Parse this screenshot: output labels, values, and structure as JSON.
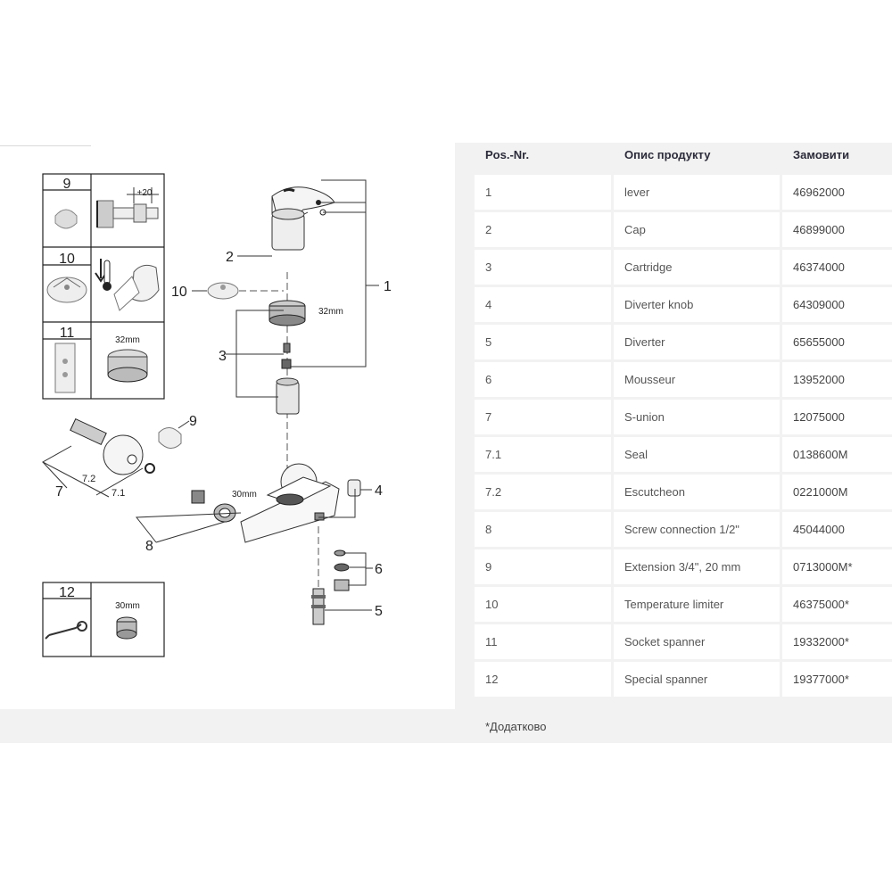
{
  "table": {
    "headers": [
      "Pos.-Nr.",
      "Опис продукту",
      "Замовити"
    ],
    "rows": [
      {
        "pos": "1",
        "desc": "lever",
        "order": "46962000"
      },
      {
        "pos": "2",
        "desc": "Cap",
        "order": "46899000"
      },
      {
        "pos": "3",
        "desc": "Cartridge",
        "order": "46374000"
      },
      {
        "pos": "4",
        "desc": "Diverter knob",
        "order": "64309000"
      },
      {
        "pos": "5",
        "desc": "Diverter",
        "order": "65655000"
      },
      {
        "pos": "6",
        "desc": "Mousseur",
        "order": "13952000"
      },
      {
        "pos": "7",
        "desc": "S-union",
        "order": "12075000"
      },
      {
        "pos": "7.1",
        "desc": "Seal",
        "order": "0138600M"
      },
      {
        "pos": "7.2",
        "desc": "Escutcheon",
        "order": "0221000M"
      },
      {
        "pos": "8",
        "desc": "Screw connection 1/2\"",
        "order": "45044000"
      },
      {
        "pos": "9",
        "desc": "Extension 3/4\", 20 mm",
        "order": "0713000M*"
      },
      {
        "pos": "10",
        "desc": "Temperature limiter",
        "order": "46375000*"
      },
      {
        "pos": "11",
        "desc": "Socket spanner",
        "order": "19332000*"
      },
      {
        "pos": "12",
        "desc": "Special spanner",
        "order": "19377000*"
      }
    ]
  },
  "footnote": "*Додатково",
  "diagram": {
    "box9_num": "9",
    "box9_dim": "+20",
    "box10_num": "10",
    "box11_num": "11",
    "box11_dim": "32mm",
    "box12_num": "12",
    "box12_dim": "30mm",
    "callouts": {
      "c1": "1",
      "c2": "2",
      "c3": "3",
      "c4": "4",
      "c5": "5",
      "c6": "6",
      "c7": "7",
      "c71": "7.1",
      "c72": "7.2",
      "c8": "8",
      "c9": "9",
      "c10": "10"
    },
    "dim_32": "32mm",
    "dim_30": "30mm"
  }
}
